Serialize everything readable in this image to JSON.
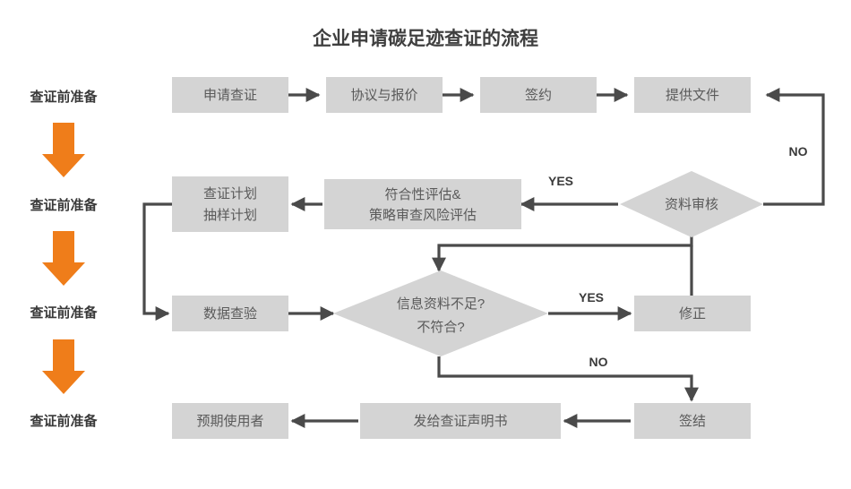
{
  "title": "企业申请碳足迹查证的流程",
  "colors": {
    "node_fill": "#d4d4d4",
    "node_text": "#5a5a5a",
    "line": "#4a4a4a",
    "stage_arrow": "#ef7d1a",
    "title_text": "#3f3f3f",
    "background": "#ffffff"
  },
  "stages": [
    {
      "label": "查证前准备"
    },
    {
      "label": "查证前准备"
    },
    {
      "label": "查证前准备"
    },
    {
      "label": "查证前准备"
    }
  ],
  "nodes": {
    "apply": {
      "label": "申请查证",
      "shape": "rect"
    },
    "agreement": {
      "label": "协议与报价",
      "shape": "rect"
    },
    "signing": {
      "label": "签约",
      "shape": "rect"
    },
    "provide_docs": {
      "label": "提供文件",
      "shape": "rect"
    },
    "doc_review": {
      "label": "资料审核",
      "shape": "diamond"
    },
    "assessment_line1": {
      "label": "符合性评估&"
    },
    "assessment_line2": {
      "label": "策略审查风险评估"
    },
    "plan_line1": {
      "label": "查证计划"
    },
    "plan_line2": {
      "label": "抽样计划"
    },
    "data_check": {
      "label": "数据查验",
      "shape": "rect"
    },
    "insufficient_line1": {
      "label": "信息资料不足?"
    },
    "insufficient_line2": {
      "label": "不符合?"
    },
    "correction": {
      "label": "修正",
      "shape": "rect"
    },
    "conclude": {
      "label": "签结",
      "shape": "rect"
    },
    "issue_statement": {
      "label": "发给查证声明书",
      "shape": "rect"
    },
    "intended_user": {
      "label": "预期使用者",
      "shape": "rect"
    }
  },
  "branch_labels": {
    "review_no": "NO",
    "review_yes": "YES",
    "insufficient_yes": "YES",
    "insufficient_no": "NO"
  }
}
